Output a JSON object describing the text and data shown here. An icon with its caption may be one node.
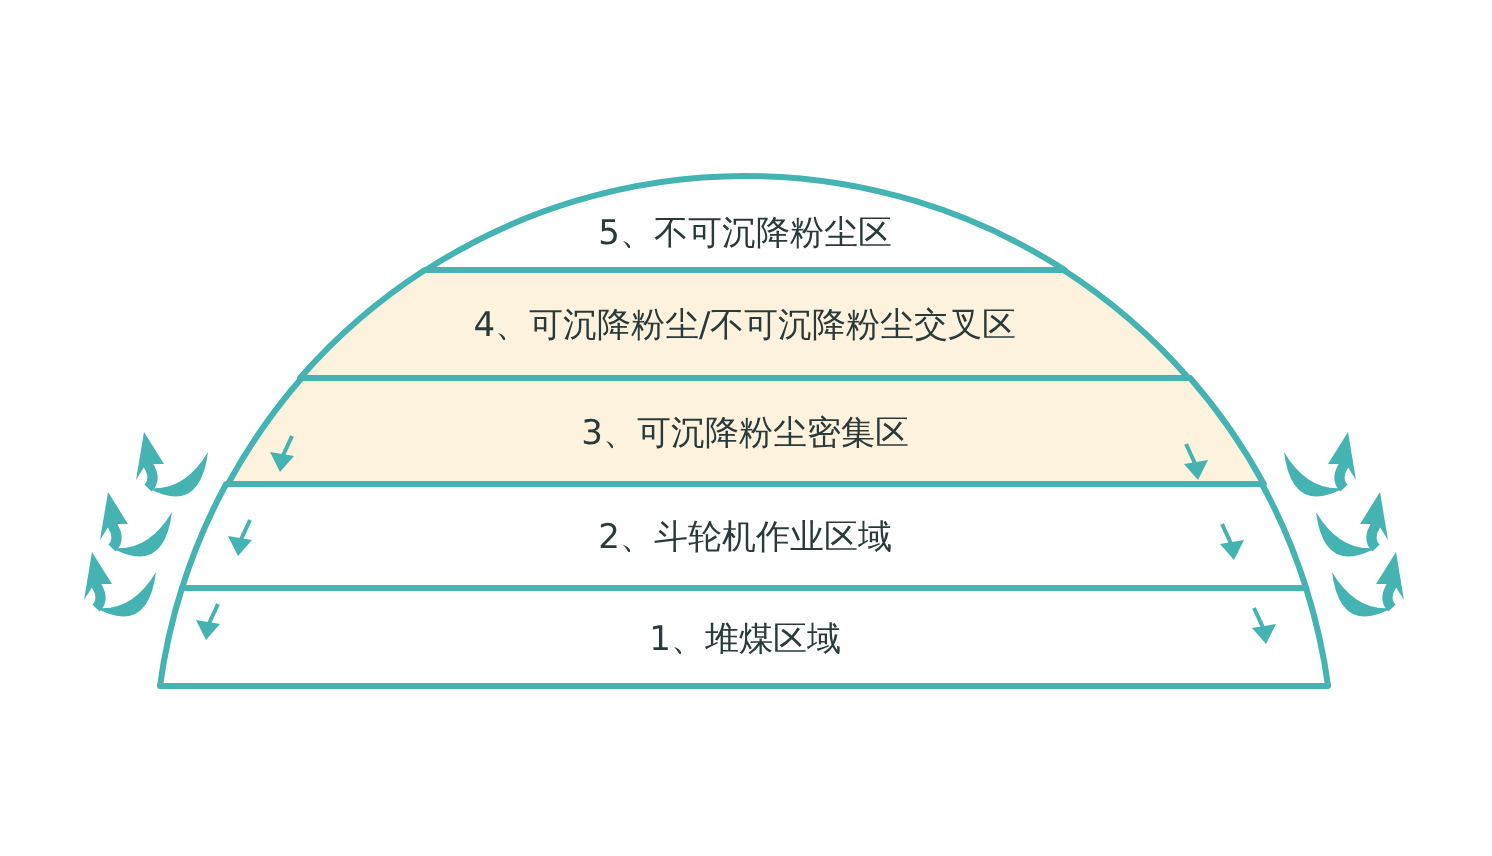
{
  "diagram": {
    "nodes": [
      {
        "text": [
          "5、不可沉降粉尘区"
        ]
      },
      {
        "text": [
          "4、可沉降粉尘/不可沉降粉尘交叉区"
        ]
      },
      {
        "text": [
          "3、可沉降粉尘密集区"
        ]
      },
      {
        "text": [
          "2、斗轮机作业区域"
        ]
      },
      {
        "text": [
          "1、堆煤区域"
        ]
      }
    ]
  }
}
